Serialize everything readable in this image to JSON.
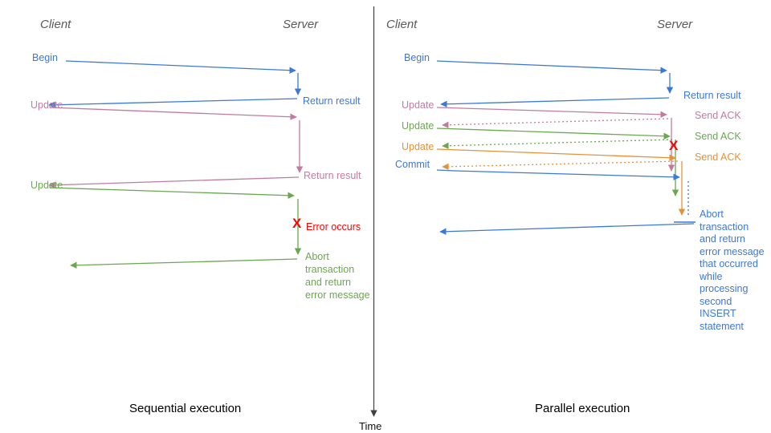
{
  "colors": {
    "blue": "#3c78d8",
    "pink": "#c27ba0",
    "green": "#6aa84f",
    "orange": "#e69138",
    "red": "#ff0000",
    "header_gray": "#595959",
    "axis_gray": "#404040",
    "title_black": "#000000"
  },
  "left_panel": {
    "title": "Sequential execution",
    "client_label": "Client",
    "server_label": "Server",
    "messages": {
      "begin": "Begin",
      "return_result_1": "Return result",
      "update_1": "Update",
      "return_result_2": "Return result",
      "update_2": "Update",
      "error_x": "X",
      "error": "Error occurs",
      "abort": "Abort\ntransaction\nand return\nerror message"
    }
  },
  "right_panel": {
    "title": "Parallel execution",
    "client_label": "Client",
    "server_label": "Server",
    "messages": {
      "begin": "Begin",
      "return_result": "Return result",
      "update_1": "Update",
      "send_ack_1": "Send ACK",
      "update_2": "Update",
      "send_ack_2": "Send ACK",
      "update_3": "Update",
      "send_ack_3": "Send ACK",
      "commit": "Commit",
      "error_x": "X",
      "abort": "Abort\ntransaction\nand return\nerror message\nthat occurred\nwhile\nprocessing\nsecond\nINSERT\nstatement"
    }
  },
  "time_axis": {
    "label": "Time"
  }
}
